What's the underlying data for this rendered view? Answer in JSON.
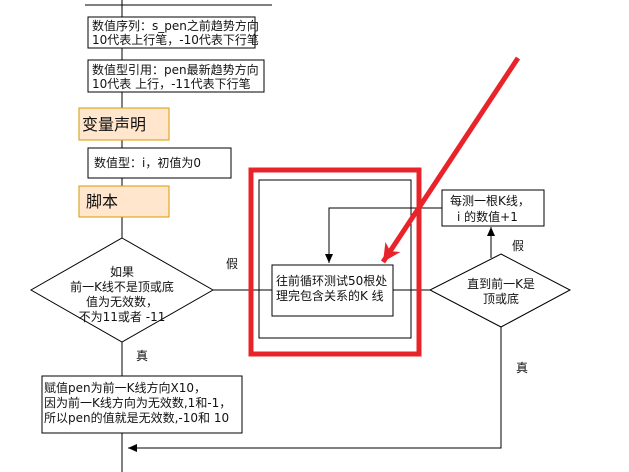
{
  "colors": {
    "line": "#000000",
    "box_fill": "#ffffff",
    "section_fill": "#ffe6cc",
    "section_border": "#d79b00",
    "highlight": "#e8242a"
  },
  "boxes": {
    "series_decl": [
      "数值序列：s_pen之前趋势方向",
      "10代表上行笔，-10代表下行笔"
    ],
    "ref_decl": [
      "数值型引用：pen最新趋势方向",
      "10代表 上行，-11代表下行笔"
    ],
    "var_section": "变量声明",
    "int_decl": "数值型：i，初值为0",
    "script_section": "脚本",
    "loop_box": [
      "往前循环测试50根处",
      "理完包含关系的K 线"
    ],
    "step_box": [
      "每测一根K线，",
      "i 的数值+1"
    ],
    "assign_box": [
      "赋值pen为前一K线方向X10，",
      "因为前一K线方向为无效数,1和-1，",
      "所以pen的值就是无效数,-10和 10"
    ]
  },
  "decisions": {
    "left_condition": [
      "如果",
      "前一K线不是顶或底",
      "值为无效数，",
      "不为11或者 -11"
    ],
    "right_condition": [
      "直到前一K是",
      "顶或底"
    ]
  },
  "edge_labels": {
    "false_left": "假",
    "false_right": "假",
    "true_left": "真",
    "true_right": "真"
  }
}
